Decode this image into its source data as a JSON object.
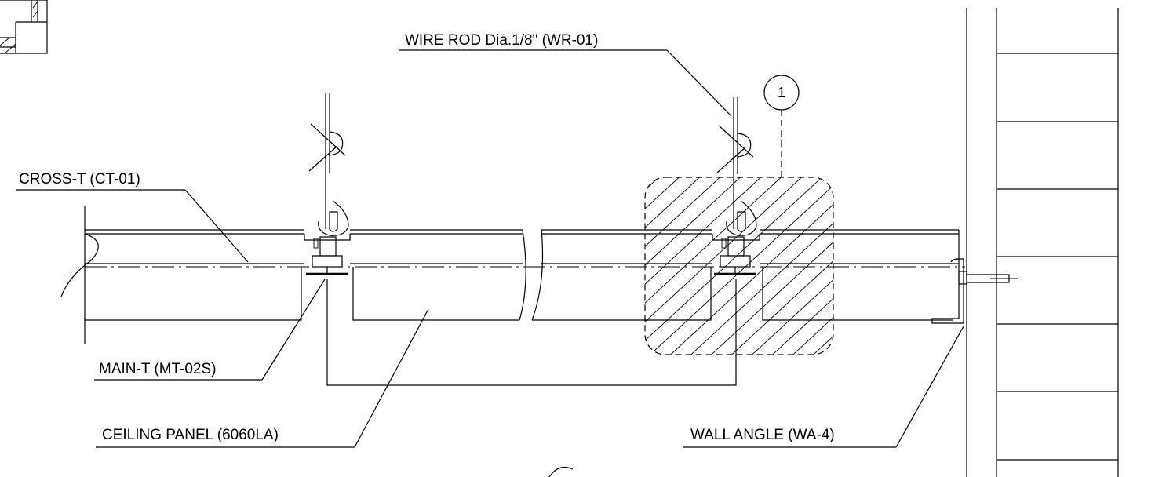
{
  "labels": {
    "wire_rod": "WIRE ROD Dia.1/8\" (WR-01)",
    "cross_t": "CROSS-T (CT-01)",
    "main_t": "MAIN-T (MT-02S)",
    "ceiling_panel": "CEILING PANEL (6060LA)",
    "wall_angle": "WALL ANGLE (WA-4)"
  },
  "detail_marker": "1",
  "colors": {
    "line": "#000000",
    "background": "#ffffff"
  }
}
